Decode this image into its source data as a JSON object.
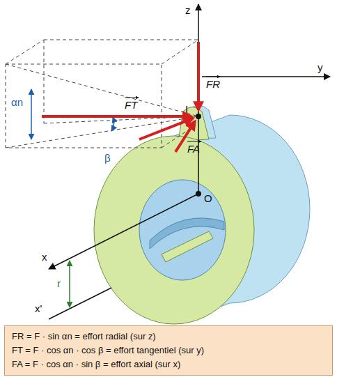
{
  "diagram": {
    "nodes": [
      {
        "text": [
          "FR = F · sin αn = effort radial (sur z)",
          "FT = F · cos αn · cos β = effort tangentiel (sur y)",
          "FA = F · cos αn · sin β = effort axial (sur x)"
        ]
      }
    ],
    "labels": [
      "z",
      "y",
      "FR",
      "FT",
      "FA",
      "I",
      "αn",
      "β",
      "O",
      "x",
      "r",
      "x'"
    ]
  }
}
